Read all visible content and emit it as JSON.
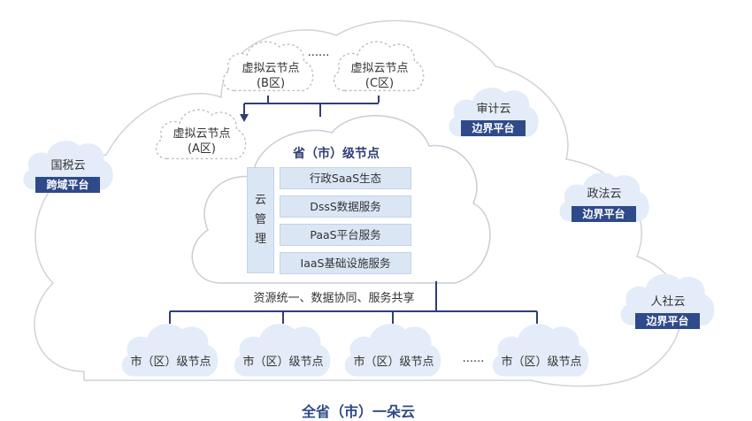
{
  "province": {
    "title": "省（市）级节点",
    "management_chars": [
      "云",
      "管",
      "理"
    ],
    "layers": [
      "行政SaaS生态",
      "DssS数据服务",
      "PaaS平台服务",
      "IaaS基础设施服务"
    ],
    "bus_label": "资源统一、数据协同、服务共享"
  },
  "virtual_nodes": [
    {
      "name": "虚拟云节点",
      "zone": "(A区)"
    },
    {
      "name": "虚拟云节点",
      "zone": "(B区)"
    },
    {
      "name": "虚拟云节点",
      "zone": "(C区)"
    }
  ],
  "virtual_ellipsis": "......",
  "edge_clouds": [
    {
      "name": "国税云",
      "badge": "跨域平台"
    },
    {
      "name": "审计云",
      "badge": "边界平台"
    },
    {
      "name": "政法云",
      "badge": "边界平台"
    },
    {
      "name": "人社云",
      "badge": "边界平台"
    }
  ],
  "city_nodes": [
    "市（区）级节点",
    "市（区）级节点",
    "市（区）级节点",
    "市（区）级节点"
  ],
  "city_ellipsis": "......",
  "footer": "全省（市）一朵云",
  "colors": {
    "accent": "#2f4a8a",
    "line": "#2f3f75",
    "cloud_fill": "#e3ecf8",
    "layer_fill": "#dbe6f5",
    "outline": "#c9cdd6"
  }
}
